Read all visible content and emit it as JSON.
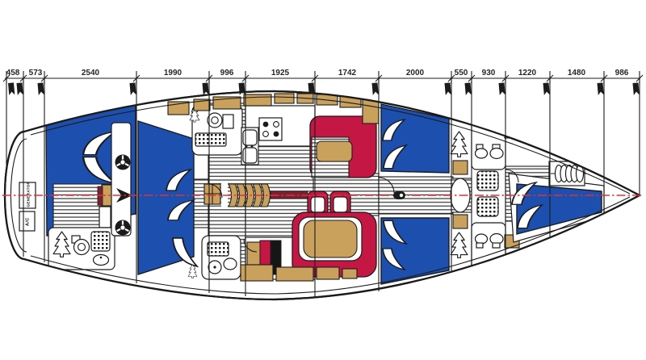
{
  "dimension_chain": {
    "unit_values": [
      "458",
      "573",
      "2540",
      "1990",
      "996",
      "1925",
      "1742",
      "2000",
      "550",
      "930",
      "1220",
      "1480",
      "986"
    ]
  },
  "equipment_labels": {
    "generator": "GENERATOR",
    "ac": "A/C"
  },
  "colors": {
    "ink": "#1b1b1b",
    "paper": "#ffffff",
    "berth_blue": "#1d4fae",
    "settee_red": "#c41744",
    "wood_tan": "#c9a15c",
    "dark_maroon": "#7d2030",
    "centerline_red": "#e03038"
  },
  "icons": {
    "hanging_locker_icon": "pine-tree glyph",
    "toilet_icon": "bowl circle with tank",
    "shower_grate_icon": "dotted grid square",
    "stove_icon": "square with four burner circles",
    "sink_icon": "rounded basin with faucet dots",
    "winch_icon": "black disc with white spokes",
    "mast_symbol": "black pill on centerline",
    "windlass_coil_icon": "horizontal coil of arcs",
    "station_marker_flag": "small solid black swallowtail flag"
  }
}
